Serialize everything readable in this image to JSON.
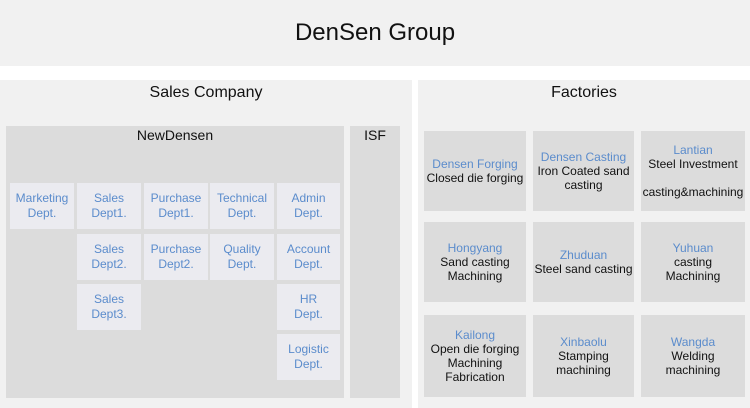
{
  "header": {
    "title": "DenSen Group"
  },
  "sales": {
    "title": "Sales Company",
    "newdensen": {
      "title": "NewDensen",
      "depts": {
        "marketing": "Marketing\nDept.",
        "sales1": "Sales\nDept1.",
        "purchase1": "Purchase\nDept1.",
        "technical": "Technical\nDept.",
        "admin": "Admin\nDept.",
        "sales2": "Sales\nDept2.",
        "purchase2": "Purchase\nDept2.",
        "quality": "Quality\nDept.",
        "account": "Account\nDept.",
        "sales3": "Sales\nDept3.",
        "hr": "HR\nDept.",
        "logistic": "Logistic\nDept."
      }
    },
    "isf": {
      "title": "ISF"
    }
  },
  "factories": {
    "title": "Factories",
    "items": [
      {
        "name": "Densen Forging",
        "desc": "Closed die forging"
      },
      {
        "name": "Densen Casting",
        "desc": "Iron Coated sand\ncasting"
      },
      {
        "name": "Lantian",
        "desc": "Steel Investment\n\ncasting&machining"
      },
      {
        "name": "Hongyang",
        "desc": "Sand casting\nMachining"
      },
      {
        "name": "Zhuduan",
        "desc": "Steel sand casting"
      },
      {
        "name": "Yuhuan",
        "desc": "casting\nMachining"
      },
      {
        "name": "Kailong",
        "desc": "Open die forging\nMachining\nFabrication"
      },
      {
        "name": "Xinbaolu",
        "desc": "Stamping\nmachining"
      },
      {
        "name": "Wangda",
        "desc": "Welding\nmachining"
      }
    ]
  },
  "colors": {
    "link": "#5b8ccc",
    "panel": "#f1f1f1",
    "box": "#dcdcdc",
    "dept": "#ebebf0"
  }
}
